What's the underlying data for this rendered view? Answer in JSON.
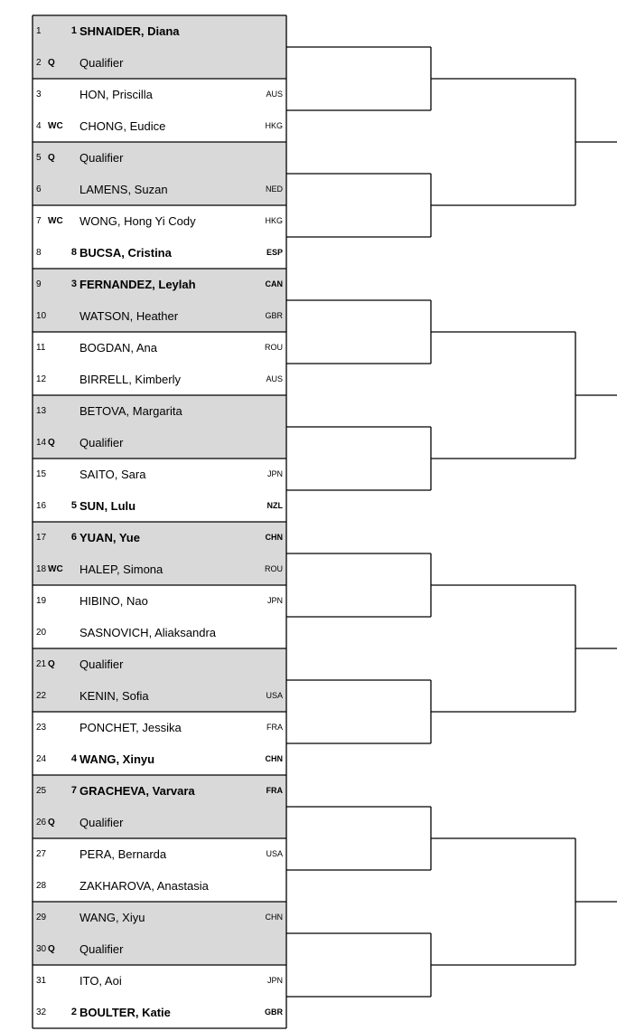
{
  "draw": {
    "entries": [
      {
        "num": "1",
        "entry": "",
        "seed": "1",
        "name": "SHNAIDER, Diana",
        "nat": "",
        "shaded": true
      },
      {
        "num": "2",
        "entry": "Q",
        "seed": "",
        "name": "Qualifier",
        "nat": "",
        "shaded": true
      },
      {
        "num": "3",
        "entry": "",
        "seed": "",
        "name": "HON, Priscilla",
        "nat": "AUS",
        "shaded": false
      },
      {
        "num": "4",
        "entry": "WC",
        "seed": "",
        "name": "CHONG, Eudice",
        "nat": "HKG",
        "shaded": false
      },
      {
        "num": "5",
        "entry": "Q",
        "seed": "",
        "name": "Qualifier",
        "nat": "",
        "shaded": true
      },
      {
        "num": "6",
        "entry": "",
        "seed": "",
        "name": "LAMENS, Suzan",
        "nat": "NED",
        "shaded": true
      },
      {
        "num": "7",
        "entry": "WC",
        "seed": "",
        "name": "WONG, Hong Yi Cody",
        "nat": "HKG",
        "shaded": false
      },
      {
        "num": "8",
        "entry": "",
        "seed": "8",
        "name": "BUCSA, Cristina",
        "nat": "ESP",
        "shaded": false
      },
      {
        "num": "9",
        "entry": "",
        "seed": "3",
        "name": "FERNANDEZ, Leylah",
        "nat": "CAN",
        "shaded": true
      },
      {
        "num": "10",
        "entry": "",
        "seed": "",
        "name": "WATSON, Heather",
        "nat": "GBR",
        "shaded": true
      },
      {
        "num": "11",
        "entry": "",
        "seed": "",
        "name": "BOGDAN, Ana",
        "nat": "ROU",
        "shaded": false
      },
      {
        "num": "12",
        "entry": "",
        "seed": "",
        "name": "BIRRELL, Kimberly",
        "nat": "AUS",
        "shaded": false
      },
      {
        "num": "13",
        "entry": "",
        "seed": "",
        "name": "BETOVA, Margarita",
        "nat": "",
        "shaded": true
      },
      {
        "num": "14",
        "entry": "Q",
        "seed": "",
        "name": "Qualifier",
        "nat": "",
        "shaded": true
      },
      {
        "num": "15",
        "entry": "",
        "seed": "",
        "name": "SAITO, Sara",
        "nat": "JPN",
        "shaded": false
      },
      {
        "num": "16",
        "entry": "",
        "seed": "5",
        "name": "SUN, Lulu",
        "nat": "NZL",
        "shaded": false
      },
      {
        "num": "17",
        "entry": "",
        "seed": "6",
        "name": "YUAN, Yue",
        "nat": "CHN",
        "shaded": true
      },
      {
        "num": "18",
        "entry": "WC",
        "seed": "",
        "name": "HALEP, Simona",
        "nat": "ROU",
        "shaded": true
      },
      {
        "num": "19",
        "entry": "",
        "seed": "",
        "name": "HIBINO, Nao",
        "nat": "JPN",
        "shaded": false
      },
      {
        "num": "20",
        "entry": "",
        "seed": "",
        "name": "SASNOVICH, Aliaksandra",
        "nat": "",
        "shaded": false
      },
      {
        "num": "21",
        "entry": "Q",
        "seed": "",
        "name": "Qualifier",
        "nat": "",
        "shaded": true
      },
      {
        "num": "22",
        "entry": "",
        "seed": "",
        "name": "KENIN, Sofia",
        "nat": "USA",
        "shaded": true
      },
      {
        "num": "23",
        "entry": "",
        "seed": "",
        "name": "PONCHET, Jessika",
        "nat": "FRA",
        "shaded": false
      },
      {
        "num": "24",
        "entry": "",
        "seed": "4",
        "name": "WANG, Xinyu",
        "nat": "CHN",
        "shaded": false
      },
      {
        "num": "25",
        "entry": "",
        "seed": "7",
        "name": "GRACHEVA, Varvara",
        "nat": "FRA",
        "shaded": true
      },
      {
        "num": "26",
        "entry": "Q",
        "seed": "",
        "name": "Qualifier",
        "nat": "",
        "shaded": true
      },
      {
        "num": "27",
        "entry": "",
        "seed": "",
        "name": "PERA, Bernarda",
        "nat": "USA",
        "shaded": false
      },
      {
        "num": "28",
        "entry": "",
        "seed": "",
        "name": "ZAKHAROVA, Anastasia",
        "nat": "",
        "shaded": false
      },
      {
        "num": "29",
        "entry": "",
        "seed": "",
        "name": "WANG, Xiyu",
        "nat": "CHN",
        "shaded": true
      },
      {
        "num": "30",
        "entry": "Q",
        "seed": "",
        "name": "Qualifier",
        "nat": "",
        "shaded": true
      },
      {
        "num": "31",
        "entry": "",
        "seed": "",
        "name": "ITO, Aoi",
        "nat": "JPN",
        "shaded": false
      },
      {
        "num": "32",
        "entry": "",
        "seed": "2",
        "name": "BOULTER, Katie",
        "nat": "GBR",
        "shaded": false
      }
    ]
  },
  "colors": {
    "shaded_row": "#d9d9d9",
    "lines": "#000000"
  }
}
